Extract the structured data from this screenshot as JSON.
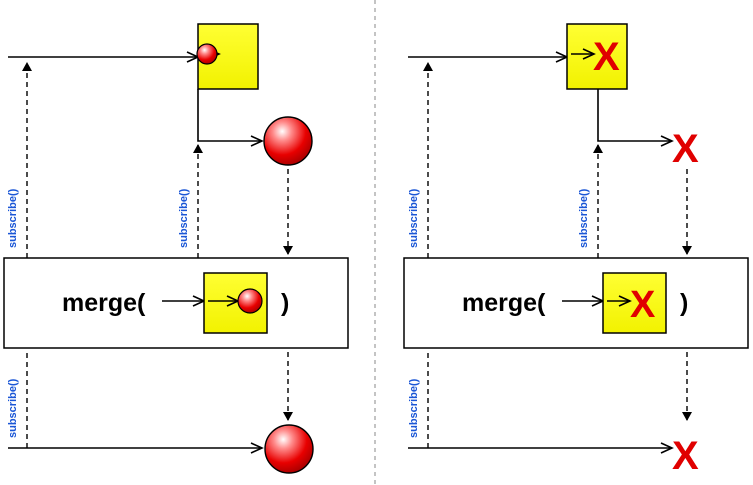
{
  "operator_label": "merge(",
  "operator_close": ")",
  "subscribe_label": "subscribe()",
  "error_glyph": "X",
  "colors": {
    "inner_box_fill": "#ffff00",
    "marble_fill": "#e00000",
    "error": "#e00000",
    "subscribe_text": "#1a56d6",
    "divider": "#b0b0b0"
  },
  "panels": [
    {
      "name": "success",
      "item": "marble"
    },
    {
      "name": "error",
      "item": "error-x"
    }
  ]
}
